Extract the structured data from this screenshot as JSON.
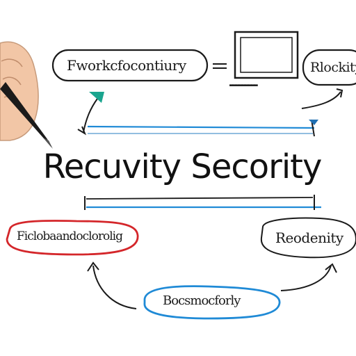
{
  "title": "Recuvity Secority",
  "nodes": {
    "top_left": "Fworkcfocontiury",
    "top_right": "Rlockity",
    "monitor_caption": "▬▬▬▬▬▬▬▬▬",
    "mid_left": "Ficlobaandoclorolig",
    "mid_right": "Reodenity",
    "bottom": "Bocsmocforly"
  },
  "colors": {
    "red": "#d4262a",
    "blue": "#1f8ad6",
    "teal": "#1aa58f",
    "ink": "#1a1a1a",
    "skin": "#f2c6a6",
    "pen": "#1b1b1b"
  },
  "icons": [
    "hand-holding-pen-icon",
    "monitor-icon"
  ]
}
